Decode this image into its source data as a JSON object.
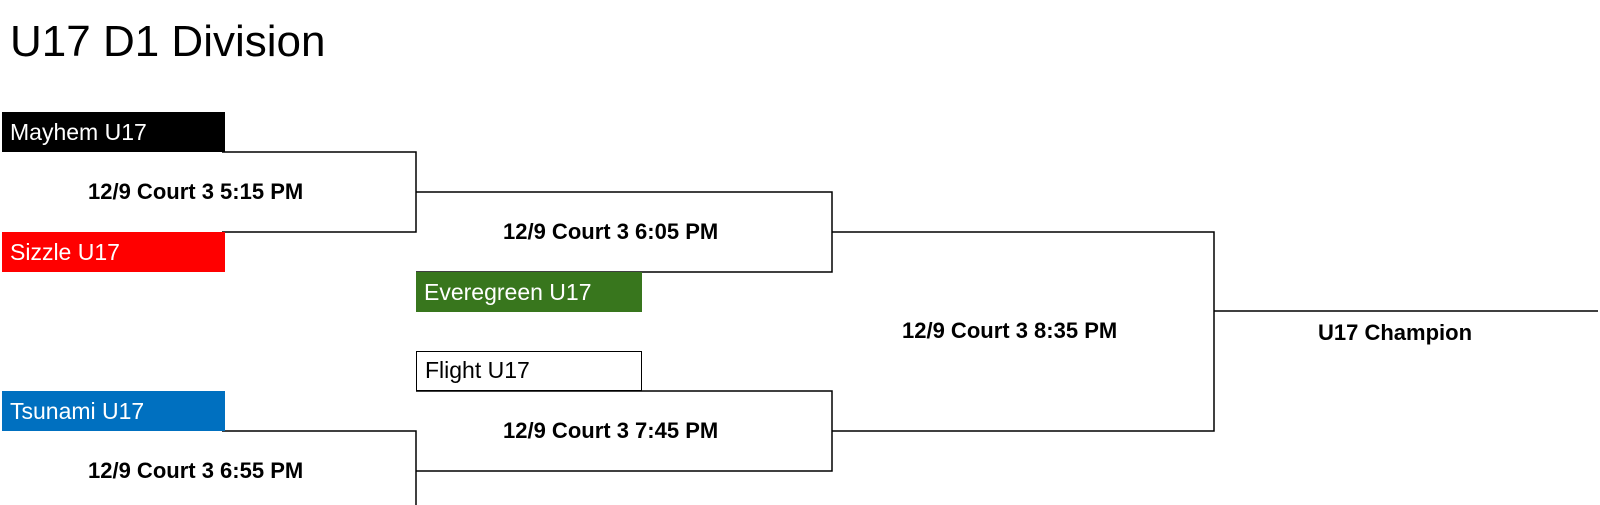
{
  "title": "U17 D1 Division",
  "teams": {
    "mayhem": {
      "name": "Mayhem U17",
      "color": "#000000"
    },
    "sizzle": {
      "name": "Sizzle U17",
      "color": "#ff0000"
    },
    "everegreen": {
      "name": "Everegreen U17",
      "color": "#38761d"
    },
    "flight": {
      "name": "Flight U17",
      "color": "#ffffff"
    },
    "tsunami": {
      "name": "Tsunami U17",
      "color": "#0070c0"
    }
  },
  "games": {
    "round1_top": "12/9 Court 3 5:15 PM",
    "round1_bottom": "12/9 Court 3 6:55 PM",
    "round2_top": "12/9 Court 3 6:05 PM",
    "round2_bottom": "12/9 Court 3 7:45 PM",
    "final": "12/9 Court 3 8:35 PM"
  },
  "champion_label": "U17 Champion"
}
